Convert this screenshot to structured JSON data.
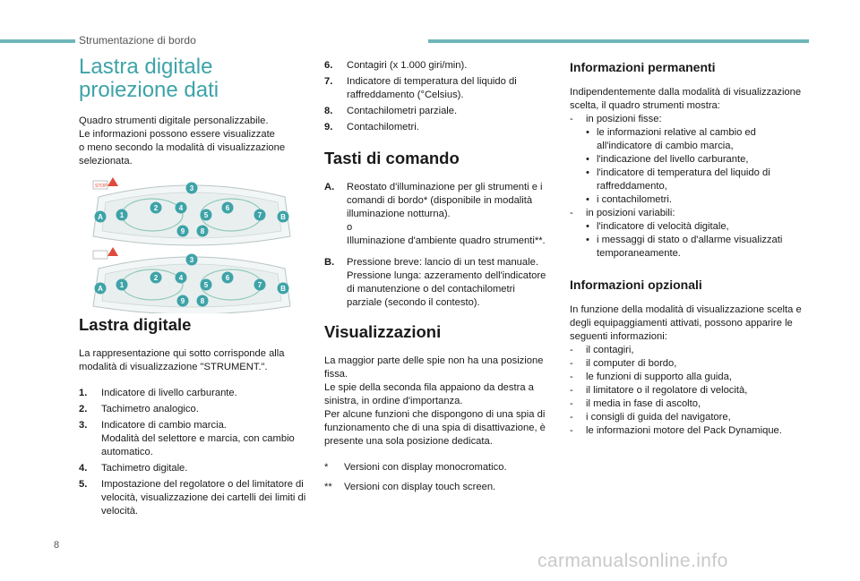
{
  "header": {
    "section": "Strumentazione di bordo"
  },
  "page_number": "8",
  "watermark": "carmanualsonline.info",
  "col1": {
    "title": "Lastra digitale proiezione dati",
    "intro": [
      "Quadro strumenti digitale personalizzabile.",
      "Le informazioni possono essere visualizzate",
      "o meno secondo la modalità di visualizzazione",
      "selezionata."
    ],
    "figure_labels": [
      "A",
      "B",
      "1",
      "2",
      "3",
      "4",
      "5",
      "6",
      "7",
      "8",
      "9"
    ],
    "figure_stop": "STOP",
    "subtitle": "Lastra digitale",
    "sub_intro": "La rappresentazione qui sotto corrisponde alla modalità di visualizzazione \"STRUMENT.\".",
    "items": [
      {
        "n": "1.",
        "text": "Indicatore di livello carburante."
      },
      {
        "n": "2.",
        "text": "Tachimetro analogico."
      },
      {
        "n": "3.",
        "text": "Indicatore di cambio marcia.\nModalità del selettore e marcia, con cambio automatico."
      },
      {
        "n": "4.",
        "text": "Tachimetro digitale."
      },
      {
        "n": "5.",
        "text": "Impostazione del regolatore o del limitatore di velocità, visualizzazione dei cartelli dei limiti di velocità."
      }
    ]
  },
  "col2": {
    "items": [
      {
        "n": "6.",
        "text": "Contagiri (x 1.000 giri/min)."
      },
      {
        "n": "7.",
        "text": "Indicatore di temperatura del liquido di raffreddamento (°Celsius)."
      },
      {
        "n": "8.",
        "text": "Contachilometri parziale."
      },
      {
        "n": "9.",
        "text": "Contachilometri."
      }
    ],
    "tasti_title": "Tasti di comando",
    "tasti": [
      {
        "n": "A.",
        "lines": [
          "Reostato d'illuminazione per gli strumenti e i comandi di bordo* (disponibile in modalità illuminazione notturna).",
          "o",
          "Illuminazione d'ambiente quadro strumenti**."
        ]
      },
      {
        "n": "B.",
        "lines": [
          "Pressione breve: lancio di un test manuale.",
          "Pressione lunga: azzeramento dell'indicatore di manutenzione o del contachilometri parziale (secondo il contesto)."
        ]
      }
    ],
    "visual_title": "Visualizzazioni",
    "visual_text": [
      "La maggior parte delle spie non ha una posizione fissa.",
      "Le spie della seconda fila appaiono da destra a sinistra, in ordine d'importanza.",
      "Per alcune funzioni che dispongono di una spia di funzionamento che di una spia di disattivazione, è presente una sola posizione dedicata."
    ],
    "footnotes": [
      {
        "m": "*",
        "text": "Versioni con display monocromatico."
      },
      {
        "m": "**",
        "text": "Versioni con display touch screen."
      }
    ]
  },
  "col3": {
    "perm_title": "Informazioni permanenti",
    "perm_intro": "Indipendentemente dalla modalità di visualizzazione scelta, il quadro strumenti mostra:",
    "perm_fixed_label": "in posizioni fisse:",
    "perm_fixed": [
      "le informazioni relative al cambio ed all'indicatore di cambio marcia,",
      "l'indicazione del livello carburante,",
      "l'indicatore di temperatura del liquido di raffreddamento,",
      "i contachilometri."
    ],
    "perm_var_label": "in posizioni variabili:",
    "perm_var": [
      "l'indicatore di velocità digitale,",
      "i messaggi di stato o d'allarme visualizzati temporaneamente."
    ],
    "opt_title": "Informazioni opzionali",
    "opt_intro": "In funzione della modalità di visualizzazione scelta e degli equipaggiamenti attivati, possono apparire le seguenti informazioni:",
    "opt_items": [
      "il contagiri,",
      "il computer di bordo,",
      "le funzioni di supporto alla guida,",
      "il limitatore o il regolatore di velocità,",
      "il media in fase di ascolto,",
      "i consigli di guida del navigatore,",
      "le informazioni motore del Pack Dynamique."
    ]
  }
}
